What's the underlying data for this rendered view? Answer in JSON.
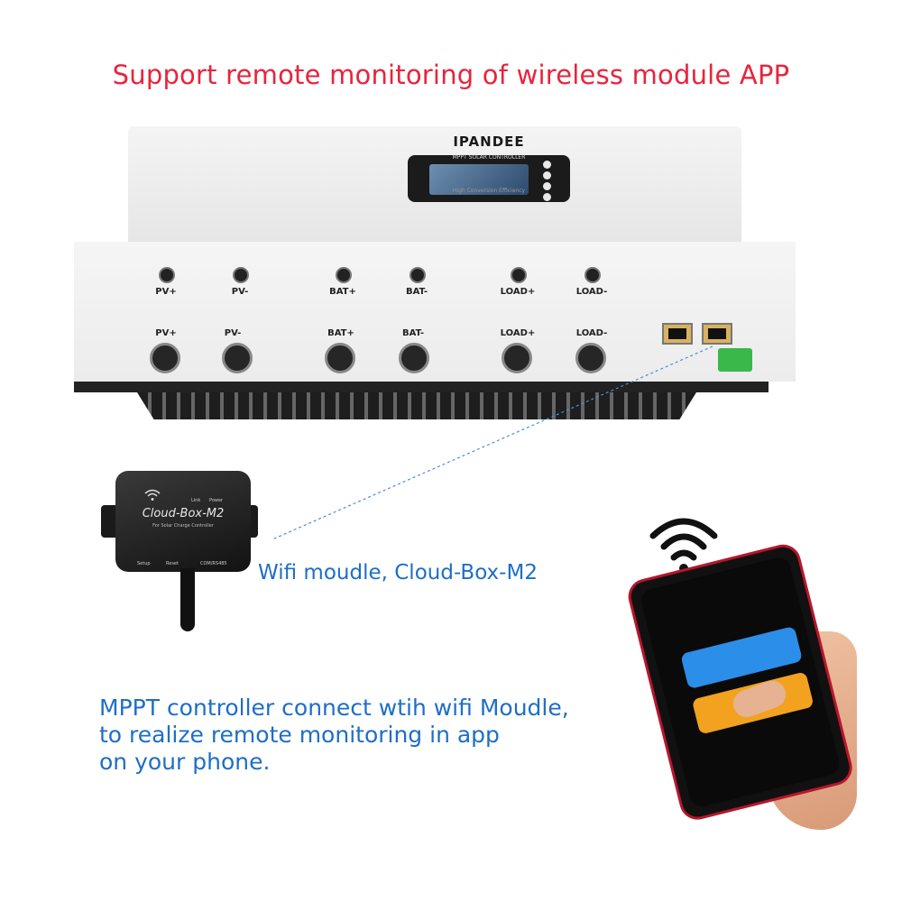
{
  "headline": "Support remote monitoring of wireless module APP",
  "controller": {
    "brand": "IPANDEE",
    "screen_title": "MPPT SOLAR CONTROLLER",
    "screen_efficiency": "High Conversion Efficiency",
    "top_terminals": [
      "PV+",
      "PV-",
      "BAT+",
      "BAT-",
      "LOAD+",
      "LOAD-"
    ],
    "bottom_terminals": [
      "PV+",
      "PV-",
      "BAT+",
      "BAT-",
      "LOAD+",
      "LOAD-"
    ]
  },
  "cloud_box": {
    "title": "Cloud-Box-M2",
    "subtitle": "For Solar Charge Controller",
    "led_link": "Link",
    "led_power": "Power",
    "btn_setup": "Setup",
    "btn_reset": "Reset",
    "port": "COM/RS485"
  },
  "caption": "Wifi moudle, Cloud-Box-M2",
  "paragraph": [
    "MPPT controller connect wtih wifi Moudle,",
    "to realize remote monitoring in app",
    "on your phone."
  ],
  "colors": {
    "headline": "#e8243c",
    "caption": "#1e6ec8",
    "phone_card_blue": "#2b8ee8",
    "phone_card_orange": "#f2a21f"
  },
  "icons": [
    "wifi-icon",
    "wifi-small-icon"
  ]
}
